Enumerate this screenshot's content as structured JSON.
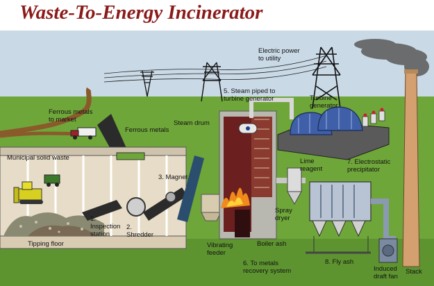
{
  "title": "Waste-To-Energy Incinerator",
  "labels": {
    "electric_power": [
      "Electric power",
      "to utility"
    ],
    "steam_piped": [
      "5. Steam piped to",
      "turbine generator"
    ],
    "turbine_generator": [
      "Turbine",
      "generator"
    ],
    "ferrous_to_market": [
      "Ferrous metals",
      "to market"
    ],
    "ferrous_metals": [
      "Ferrous metals"
    ],
    "steam_drum": [
      "Steam drum"
    ],
    "municipal_solid_waste": [
      "Municipal solid waste"
    ],
    "lime_reagent": [
      "Lime",
      "reagent"
    ],
    "electrostatic_precipitator": [
      "7. Electrostatic",
      "precipitator"
    ],
    "magnet": [
      "3. Magnet"
    ],
    "spray_dryer": [
      "Spray",
      "dryer"
    ],
    "inspection_station": [
      "1.",
      "Inspection",
      "station"
    ],
    "shredder": [
      "2.",
      "Shredder"
    ],
    "stack": [
      "Stack"
    ],
    "tipping_floor": [
      "Tipping floor"
    ],
    "vibrating_feeder": [
      "Vibrating",
      "feeder"
    ],
    "boiler_ash": [
      "Boiler ash"
    ],
    "fly_ash": [
      "8. Fly ash"
    ],
    "metals_recovery": [
      "6. To metals",
      "recovery system"
    ],
    "induced_draft_fan": [
      "Induced",
      "draft fan"
    ]
  },
  "colors": {
    "title": "#8b1a1a",
    "sky": "#c9d9e6",
    "grass": "#6fa63a",
    "road": "#8a5a2b",
    "furnace": "#6b1f1f",
    "turbine": "#3f5fa8",
    "stack": "#d4a070",
    "fire": "#f08a1c"
  }
}
